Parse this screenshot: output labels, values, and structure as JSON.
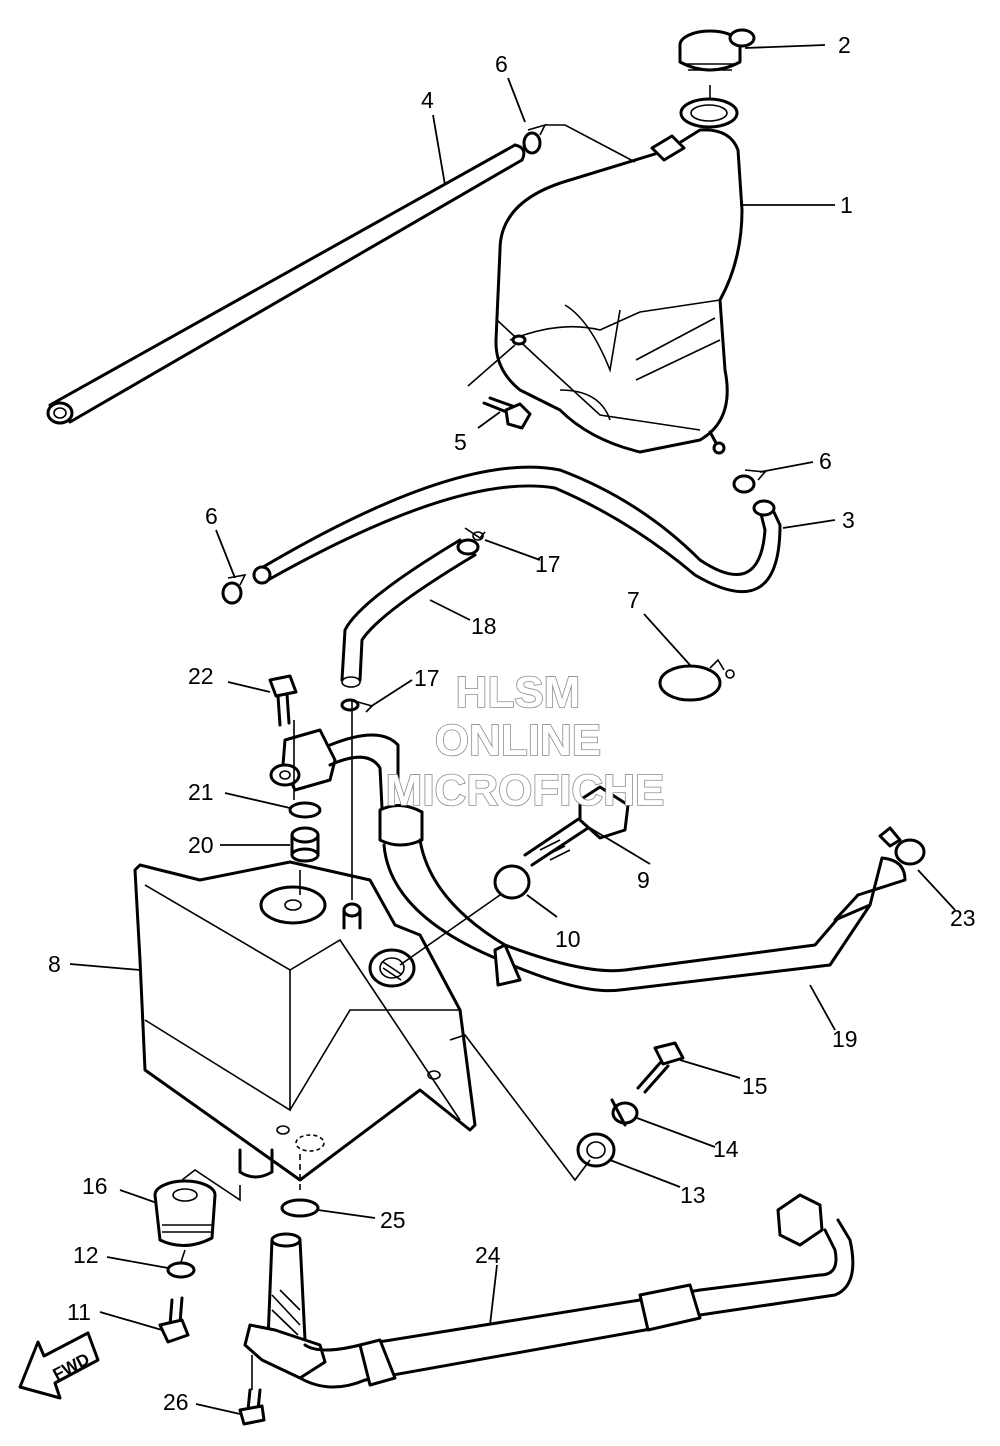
{
  "callouts": [
    {
      "id": "c1",
      "text": "1"
    },
    {
      "id": "c2",
      "text": "2"
    },
    {
      "id": "c3",
      "text": "3"
    },
    {
      "id": "c4",
      "text": "4"
    },
    {
      "id": "c5",
      "text": "5"
    },
    {
      "id": "c6a",
      "text": "6"
    },
    {
      "id": "c6b",
      "text": "6"
    },
    {
      "id": "c6c",
      "text": "6"
    },
    {
      "id": "c7",
      "text": "7"
    },
    {
      "id": "c8",
      "text": "8"
    },
    {
      "id": "c9",
      "text": "9"
    },
    {
      "id": "c10",
      "text": "10"
    },
    {
      "id": "c11",
      "text": "11"
    },
    {
      "id": "c12",
      "text": "12"
    },
    {
      "id": "c13",
      "text": "13"
    },
    {
      "id": "c14",
      "text": "14"
    },
    {
      "id": "c15",
      "text": "15"
    },
    {
      "id": "c16",
      "text": "16"
    },
    {
      "id": "c17a",
      "text": "17"
    },
    {
      "id": "c17b",
      "text": "17"
    },
    {
      "id": "c18",
      "text": "18"
    },
    {
      "id": "c19",
      "text": "19"
    },
    {
      "id": "c20",
      "text": "20"
    },
    {
      "id": "c21",
      "text": "21"
    },
    {
      "id": "c22",
      "text": "22"
    },
    {
      "id": "c23",
      "text": "23"
    },
    {
      "id": "c24",
      "text": "24"
    },
    {
      "id": "c25",
      "text": "25"
    },
    {
      "id": "c26",
      "text": "26"
    }
  ],
  "watermark": {
    "line1": "HLSM",
    "line2": "ONLINE",
    "line3": "MICROFICHE"
  },
  "direction_arrow": {
    "label": "FWD",
    "icon": "fwd-arrow-icon"
  }
}
